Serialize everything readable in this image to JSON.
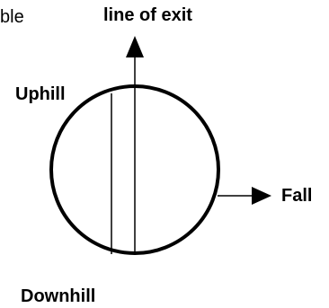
{
  "labels": {
    "partial_text": "ble",
    "line_of_exit": "line of exit",
    "uphill": "Uphill",
    "fall": "Fall",
    "downhill": "Downhill"
  },
  "colors": {
    "stroke": "#000000",
    "background": "#ffffff"
  }
}
